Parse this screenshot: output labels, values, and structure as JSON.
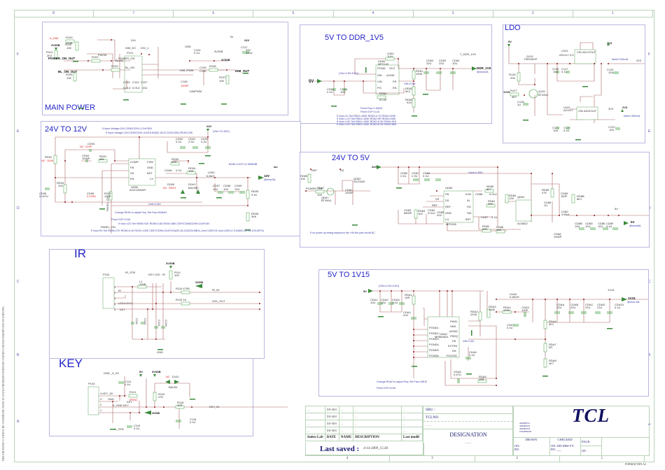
{
  "sheet": {
    "column_labels": [
      "8",
      "7",
      "6",
      "5",
      "4",
      "3",
      "2",
      "1"
    ],
    "bottom_column_labels": [
      "4",
      "3",
      "2",
      "1"
    ],
    "row_labels": [
      "F",
      "E",
      "D",
      "C",
      "B",
      "A"
    ],
    "side_notice": "THIS DRAWING CANNOT BE COMMUNICATED TO UNAUTHORIZED PERSONS COPIED UNLESS PERMITTED IN WRITING",
    "format": "FORMAT DIN A2"
  },
  "blocks": {
    "main_power": {
      "title": "MAIN POWER",
      "nets": [
        "A_DIM",
        "DIM_DC",
        "24V_1",
        "BLON",
        "POWER_ON",
        "BL_ON",
        "POWER_ON_OUT",
        "BL_ON_OUT",
        "DIM_OUT",
        "DIMPWM",
        "3V3SB",
        "24V",
        "GND",
        "PWON",
        "DIM_PWM"
      ],
      "components": [
        {
          "ref": "R100",
          "value": "220R"
        },
        {
          "ref": "R110",
          "value": "10K"
        },
        {
          "ref": "R101",
          "value": "2K2"
        },
        {
          "ref": "R102",
          "value": "220R"
        },
        {
          "ref": "R103",
          "value": "220R"
        },
        {
          "ref": "R104",
          "value": "10K"
        },
        {
          "ref": "C100",
          "value": "0.01U"
        },
        {
          "ref": "C101",
          "value": "0.01U"
        },
        {
          "ref": "C107",
          "value": "10U"
        },
        {
          "ref": "C104",
          "value": "0.1U"
        },
        {
          "ref": "C105",
          "value": "0.1U"
        },
        {
          "ref": "C106",
          "value": "10U"
        },
        {
          "ref": "C108",
          "value": "1000P"
        },
        {
          "ref": "R108",
          "value": "220R"
        },
        {
          "ref": "R107",
          "value": "10K"
        },
        {
          "ref": "C127",
          "value": "330U/35V"
        },
        {
          "ref": "P101",
          "value": ""
        }
      ]
    },
    "ddr": {
      "title": "5V TO DDR_1V5",
      "input_label": "5V",
      "vin_note": "(Vin=2.5V-5.5V)",
      "output_label": "DDR_1V5",
      "output_note": "@max3A",
      "testpoint": "T_DDR_1V5",
      "ic": {
        "ref": "UD60",
        "part": "MP2143",
        "pins_left": [
          "PGND",
          "SW",
          "VIN",
          "PG"
        ],
        "pins_right": [
          "OUT",
          "AGND",
          "FB",
          "EN"
        ]
      },
      "fb_note": "Vfb=0.6V",
      "components": [
        {
          "ref": "LD60",
          "value": "1UH"
        },
        {
          "ref": "CD60",
          "value": "0.1U"
        },
        {
          "ref": "CD61",
          "value": "10U"
        },
        {
          "ref": "RD61",
          "value": "150K"
        },
        {
          "ref": "RD62",
          "value": "5K2"
        },
        {
          "ref": "RD63",
          "value": "91K"
        },
        {
          "ref": "RD60",
          "value": "51.5K"
        },
        {
          "ref": "CD62",
          "value": "22U"
        },
        {
          "ref": "CD63",
          "value": "22U"
        },
        {
          "ref": "CD64",
          "value": "10U"
        }
      ],
      "notes": [
        "Fixed Fsw=1.2MHZ",
        "Fixed OCP=4.2A",
        "If Vout=1V Set RD61=150K RD62=4.7K RD63=220K",
        "If Vout=1.2V Set RD61=150K RD62=0R RD63=150K",
        "If Vout=1.5V Set RD61=150K RD62=5.2K RD63=91K",
        "If Vout=1.8V Set RD61=150K RD62=6.2K RD63=68K"
      ]
    },
    "ldo": {
      "title": "LDO",
      "input_label": "5V",
      "input2_label": "1V15",
      "out1_label": "3V3",
      "out1_note": "Need 100mA",
      "out1_tp": "3V3",
      "out2_label": "2V3",
      "out2_note": "Need 400mA",
      "out2_tp": "3V3",
      "components": [
        {
          "ref": "Q101",
          "value": "PMV65XP"
        },
        {
          "ref": "R126",
          "value": "20K"
        },
        {
          "ref": "R127",
          "value": "4K7"
        },
        {
          "ref": "Q102",
          "value": "BT3904"
        },
        {
          "ref": "C128",
          "value": "1U"
        },
        {
          "ref": "U101",
          "value": "AS1117-3.3"
        },
        {
          "ref": "C116",
          "value": "10U"
        },
        {
          "ref": "C117",
          "value": "0.1U"
        },
        {
          "ref": "C118",
          "value": "10U"
        },
        {
          "ref": "U102",
          "value": "AZ1117"
        },
        {
          "ref": "C121",
          "value": "10U"
        },
        {
          "ref": "C120",
          "value": "0.1U"
        },
        {
          "ref": "C122",
          "value": "10U"
        }
      ]
    },
    "v24_12": {
      "title": "24V TO 12V",
      "header_notes": [
        "If Input Voltage=24V,CD90/CD91=2.2uF/50V",
        "If Input Voltage=12V,CD90/CD91=10uF/16V(M2-28-CC3100-KBX) RD93=20K"
      ],
      "vin_label": "24V",
      "vin_note": "(Vin=7V-30V)",
      "output_label": "12V",
      "output_note": "@max3A",
      "bom_note": "BOM COST=2.38RMB",
      "vref_note": "Vref=0.8V",
      "ic": {
        "ref": "UD90",
        "part": "ACE1250AFI",
        "pins_left": [
          "COMP",
          "FB",
          "SS",
          "EN"
        ],
        "pins_right": [
          "FSW",
          "GND",
          "BST",
          "LX"
        ]
      },
      "components": [
        {
          "ref": "CD93",
          "value": "220P",
          "nc": "NC"
        },
        {
          "ref": "CD94",
          "value": "1000P"
        },
        {
          "ref": "RD91",
          "value": "68K"
        },
        {
          "ref": "RD92",
          "value": "100K",
          "nc": "NC"
        },
        {
          "ref": "RD93",
          "value": "12K"
        },
        {
          "ref": "CD95",
          "value": "0.047U"
        },
        {
          "ref": "CD96",
          "value": "0.015U"
        },
        {
          "ref": "R129",
          "value": "100R"
        },
        {
          "ref": "RD90",
          "value": "50R"
        },
        {
          "ref": "CD92",
          "value": "0.1U"
        },
        {
          "ref": "CD91",
          "value": "2.2U"
        },
        {
          "ref": "CD90",
          "value": "2.2U"
        },
        {
          "ref": "CD9A",
          "value": "0.1U"
        },
        {
          "ref": "RD94",
          "value": "10R"
        },
        {
          "ref": "DD90",
          "value": "SR24",
          "nc": "NC"
        },
        {
          "ref": "DD91",
          "value": "BAV99C"
        },
        {
          "ref": "LD90",
          "value": "6.8UH"
        },
        {
          "ref": "CD97",
          "value": "10U"
        },
        {
          "ref": "CD98",
          "value": "10U"
        },
        {
          "ref": "CD99",
          "value": "10U"
        },
        {
          "ref": "RD95",
          "value": "9.1K"
        },
        {
          "ref": "RD96",
          "value": "3K6"
        }
      ],
      "net_labels": [
        "PANEL_ON",
        "PANEL_ON"
      ],
      "notes": [
        "Change RD90 to adjust Fsw, Set Fsw=500kHZ",
        "Fixed OCP=3.5A",
        "If Vout=12V Set RD95=91K RD96=3.6K RD91=68K CD97/CD98/CD99=10uF/16V",
        "If Vout=5V Set RD95=27K RD96=5.1K RD91=100K CD97/CD98=22uF/10V(M2-28-CA0220-MBX) | And CD99 NC And LD90=4.7UH(M2-33-YLL478-5RTX)"
      ]
    },
    "v24_5": {
      "title": "24V TO 5V",
      "vin_label": "24V",
      "vset_note": "Vset=0.55V",
      "output_label": "5V",
      "output_note": "@max5A",
      "tp_label": "5V",
      "power_net": "POWER_ON",
      "ref_net": "REF",
      "ss_net": "SS",
      "ic": {
        "ref": "UD80",
        "part": "MP2305",
        "pins_left": [
          "FB",
          "SS",
          "REF",
          "GND",
          "LG"
        ],
        "pins_right": [
          "ILIM",
          "IN",
          "HG",
          "SW",
          "BST"
        ]
      },
      "mosfet": {
        "ref": "QD81",
        "part": "AO4832"
      },
      "components": [
        {
          "ref": "RD89",
          "value": "10K"
        },
        {
          "ref": "RD87",
          "value": "10K"
        },
        {
          "ref": "QD87",
          "value": "BT3904"
        },
        {
          "ref": "QD82",
          "value": "2N7002K"
        },
        {
          "ref": "CD8C",
          "value": "1000P"
        },
        {
          "ref": "CD80",
          "value": "2.2U"
        },
        {
          "ref": "CD81",
          "value": "2.2U"
        },
        {
          "ref": "CD82",
          "value": "0.1U"
        },
        {
          "ref": "CD83",
          "value": "6800P"
        },
        {
          "ref": "RD83",
          "value": "1K2"
        },
        {
          "ref": "CD84",
          "value": "0.01U"
        },
        {
          "ref": "CD85",
          "value": "2U2"
        },
        {
          "ref": "RD80",
          "value": "8K7"
        },
        {
          "ref": "CD86",
          "value": "0.01U"
        },
        {
          "ref": "RD81",
          "value": "0R0"
        },
        {
          "ref": "RD84",
          "value": "10K"
        },
        {
          "ref": "CD87",
          "value": "0.1U"
        },
        {
          "ref": "RD82",
          "value": "0R0"
        },
        {
          "ref": "RD86",
          "value": "10K"
        },
        {
          "ref": "RD85",
          "value": "47K"
        },
        {
          "ref": "CD89",
          "value": "150P"
        },
        {
          "ref": "RD8B",
          "value": "8K1"
        },
        {
          "ref": "CD88",
          "value": "1U"
        },
        {
          "ref": "CD8A",
          "value": "1000P"
        },
        {
          "ref": "LD80",
          "value": "4.8UH"
        },
        {
          "ref": "CD8B",
          "value": "10U"
        },
        {
          "ref": "CD8D",
          "value": "10U"
        },
        {
          "ref": "CD8E",
          "value": "10U"
        },
        {
          "ref": "CD8F",
          "value": "0.1U"
        }
      ],
      "note": "If no power up timing sequence fau +5V,the part circuit NC"
    },
    "ir": {
      "title": "IR",
      "connector": "P102",
      "pins": [
        {
          "num": "1",
          "label": ""
        },
        {
          "num": "2",
          "label": "IR"
        },
        {
          "num": "3",
          "label": "GND"
        },
        {
          "num": "4",
          "label": "LED/LOGO"
        },
        {
          "num": "5",
          "label": "KEY"
        }
      ],
      "testpoints": [
        "IR_STB",
        "KEY",
        "LED",
        "IR"
      ],
      "rail": "3V3SB",
      "outputs": [
        "IR_IN",
        "LED_OUT"
      ],
      "components": [
        {
          "ref": "L1",
          "value": "200R"
        },
        {
          "ref": "R111",
          "value": "10K"
        },
        {
          "ref": "R110",
          "value": "470R"
        },
        {
          "ref": "R115",
          "value": "1K"
        },
        {
          "ref": "C111",
          "value": "100P"
        },
        {
          "ref": "C112",
          "value": "0.47U"
        },
        {
          "ref": "C113",
          "value": "100P"
        },
        {
          "ref": "C136",
          "value": "100P"
        }
      ]
    },
    "key": {
      "title": "KEY",
      "connector": "P103",
      "pins": [
        {
          "num": "4",
          "label": "KEY_5V"
        },
        {
          "num": "3",
          "label": "GND"
        },
        {
          "num": "2",
          "label": "KEY"
        },
        {
          "num": "1",
          "label": ""
        }
      ],
      "nets": [
        "GND",
        "K_5V",
        "5V",
        "3V3SB",
        "K_GND",
        "KEY",
        "K_STB",
        "KEY_IN"
      ],
      "components": [
        {
          "ref": "C114",
          "value": "0.1U"
        },
        {
          "ref": "R121",
          "value": "0R/NC"
        },
        {
          "ref": "R119",
          "value": "47K"
        },
        {
          "ref": "D101",
          "value": "BAV54",
          "nc": "NC"
        },
        {
          "ref": "R118",
          "value": "22R"
        },
        {
          "ref": "C118",
          "value": "0.1U"
        },
        {
          "ref": "C116",
          "value": "0.1U"
        }
      ]
    },
    "v5_1v15": {
      "title": "5V TO 1V15",
      "input_label": "5V",
      "vin_note": "(VIN=2.5V-5.5V)",
      "output_label": "1V15",
      "output_note": "@max 6A",
      "tp_label": "1V15",
      "fb_note": "Vfb=0.6V",
      "ic": {
        "ref": "UDA0",
        "part": "MP8606DL",
        "pins_left": [
          "PGND1",
          "PGND2",
          "PGND3",
          "PGND4",
          "PGND5",
          "PGND6"
        ],
        "pins_right": [
          "PWM",
          "SNS",
          "AGND",
          "FREQ",
          "FB",
          "EXTRK",
          "EN",
          "PGOOD"
        ]
      },
      "components": [
        {
          "ref": "CDA1",
          "value": "10U"
        },
        {
          "ref": "CDA2",
          "value": "10U"
        },
        {
          "ref": "CDA3",
          "value": "0.1U"
        },
        {
          "ref": "RDA1",
          "value": "10R"
        },
        {
          "ref": "CDA4",
          "value": "2U2"
        },
        {
          "ref": "RDA2",
          "value": "220K"
        },
        {
          "ref": "RDA3",
          "value": "100K"
        },
        {
          "ref": "RDA4",
          "value": "100K"
        },
        {
          "ref": "CDA9",
          "value": "100P"
        },
        {
          "ref": "LDA0",
          "value": "0.68UH"
        },
        {
          "ref": "CDA7",
          "value": "0.1U"
        },
        {
          "ref": "RDA6",
          "value": "5K1"
        },
        {
          "ref": "RDA7",
          "value": "0R"
        },
        {
          "ref": "RDA8",
          "value": "4K7"
        },
        {
          "ref": "CDA5",
          "value": "0.1U"
        },
        {
          "ref": "CDA6",
          "value": "0.47U"
        },
        {
          "ref": "RDA5",
          "value": "10R"
        },
        {
          "ref": "CDAA",
          "value": "22U"
        },
        {
          "ref": "CDAB",
          "value": "22U"
        },
        {
          "ref": "CDAC",
          "value": "22U"
        },
        {
          "ref": "CDAD",
          "value": "22U"
        },
        {
          "ref": "CDA15",
          "value": "0.1U"
        }
      ],
      "notes": [
        "Change RDA2 to adjust Fsw, Set Fsw=1MHZ",
        "Fixed OCP=6.5A"
      ]
    }
  },
  "title_block": {
    "history_rows": [
      {
        "index": "...",
        "date": "DD-MM",
        "name": "...",
        "desc": "...",
        "last": "..."
      },
      {
        "index": "...",
        "date": "DD-MM",
        "name": "...",
        "desc": "...",
        "last": "..."
      },
      {
        "index": "...",
        "date": "DD-MM",
        "name": "...",
        "desc": "...",
        "last": "..."
      },
      {
        "index": "...",
        "date": "DD-MM",
        "name": "...",
        "desc": "...",
        "last": "..."
      }
    ],
    "headers": {
      "index": "Index-Lab",
      "date": "DATE",
      "name": "NAME",
      "desc": "DESCRIPTION",
      "last": "Last modif"
    },
    "last_saved_label": "Last saved :",
    "last_saved_value": "4-14-2009_15:28",
    "sbu_label": "SBU :",
    "tclno_label": "TCLNO",
    "dots": "..........",
    "designation_label": "DESIGNATION",
    "designation_value": "-------",
    "logo": "TCL",
    "address_lines": [
      "ADDRESS1",
      "ADDRESS2",
      "ADDRESS3",
      "TELEPHONE"
    ],
    "drawn_label": "DRAWN",
    "drawn_on": "ON:",
    "drawn_by": "BY:",
    "checked_label": "CHECKED",
    "checked_on": "ON: DD-MM-YY",
    "checked_by": "BY: ___",
    "page_label": "PAGE:",
    "of_label": "OF :"
  }
}
